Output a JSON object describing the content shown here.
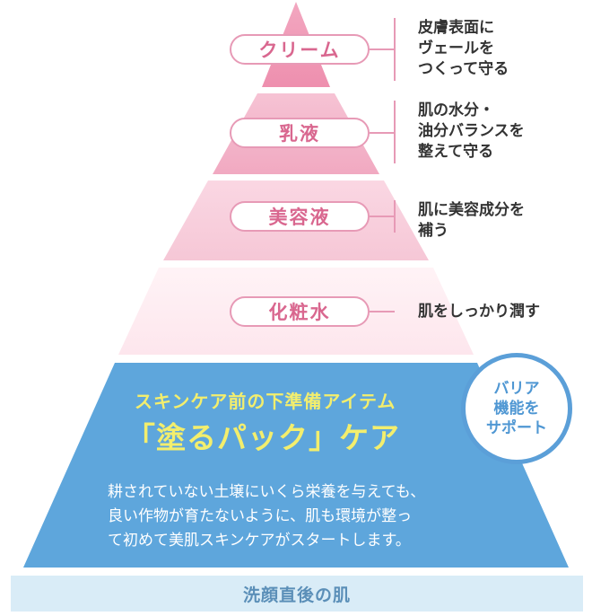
{
  "levels": [
    {
      "label": "クリーム",
      "description": "皮膚表面に\nヴェールを\nつくって守る"
    },
    {
      "label": "乳液",
      "description": "肌の水分・\n油分バランスを\n整えて守る"
    },
    {
      "label": "美容液",
      "description": "肌に美容成分を\n補う"
    },
    {
      "label": "化粧水",
      "description": "肌をしっかり潤す"
    }
  ],
  "foundation": {
    "subtitle": "スキンケア前の下準備アイテム",
    "title": "「塗るパック」ケア",
    "body": "耕されていない土壌にいくら栄養を与えても、\n良い作物が育たないように、肌も環境が整っ\nて初めて美肌スキンケアがスタートします。"
  },
  "badge": {
    "text": "バリア\n機能を\nサポート"
  },
  "base": {
    "label": "洗顔直後の肌"
  },
  "colors": {
    "pink_top": "#f29bb7",
    "pink_border": "#e79ab6",
    "pink_text": "#d9678f",
    "blue": "#5ea6dc",
    "yellow": "#f3ee6d",
    "base_bg": "#d9ecf7"
  }
}
